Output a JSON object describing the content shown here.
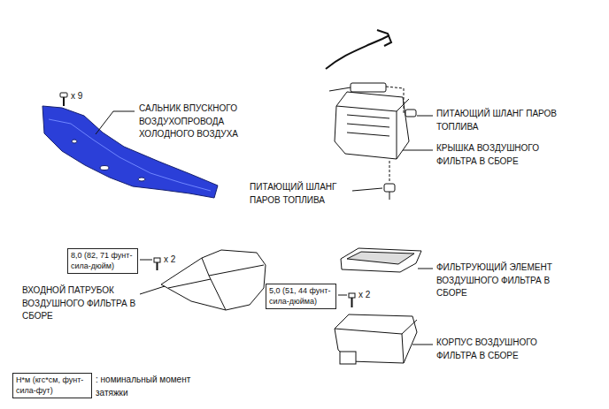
{
  "diagram": {
    "nodes": [
      {
        "text": [
          "8,0 (82, 71 фунт-сила-дюйм)"
        ]
      },
      {
        "text": [
          "5,0 (51, 44 фунт-сила-дюйма)"
        ]
      },
      {
        "text": [
          "Н*м (кгс*см, фунт-сила-фут)"
        ]
      }
    ],
    "edges": [],
    "labels": [
      "x 9",
      "САЛЬНИК ВПУСКНОГО ВОЗДУХОПРОВОДА ХОЛОДНОГО ВОЗДУХА",
      "ПИТАЮЩИЙ ШЛАНГ ПАРОВ ТОПЛИВА",
      "КРЫШКА ВОЗДУШНОГО ФИЛЬТРА В СБОРЕ",
      "ПИТАЮЩИЙ ШЛАНГ ПАРОВ ТОПЛИВА",
      "x 2",
      "ВХОДНОЙ ПАТРУБОК ВОЗДУШНОГО ФИЛЬТРА В СБОРЕ",
      "ФИЛЬТРУЮЩИЙ ЭЛЕМЕНТ ВОЗДУШНОГО ФИЛЬТРА В СБОРЕ",
      "x 2",
      "КОРПУС ВОЗДУШНОГО ФИЛЬТРА В СБОРЕ",
      ": номинальный момент затяжки"
    ]
  }
}
